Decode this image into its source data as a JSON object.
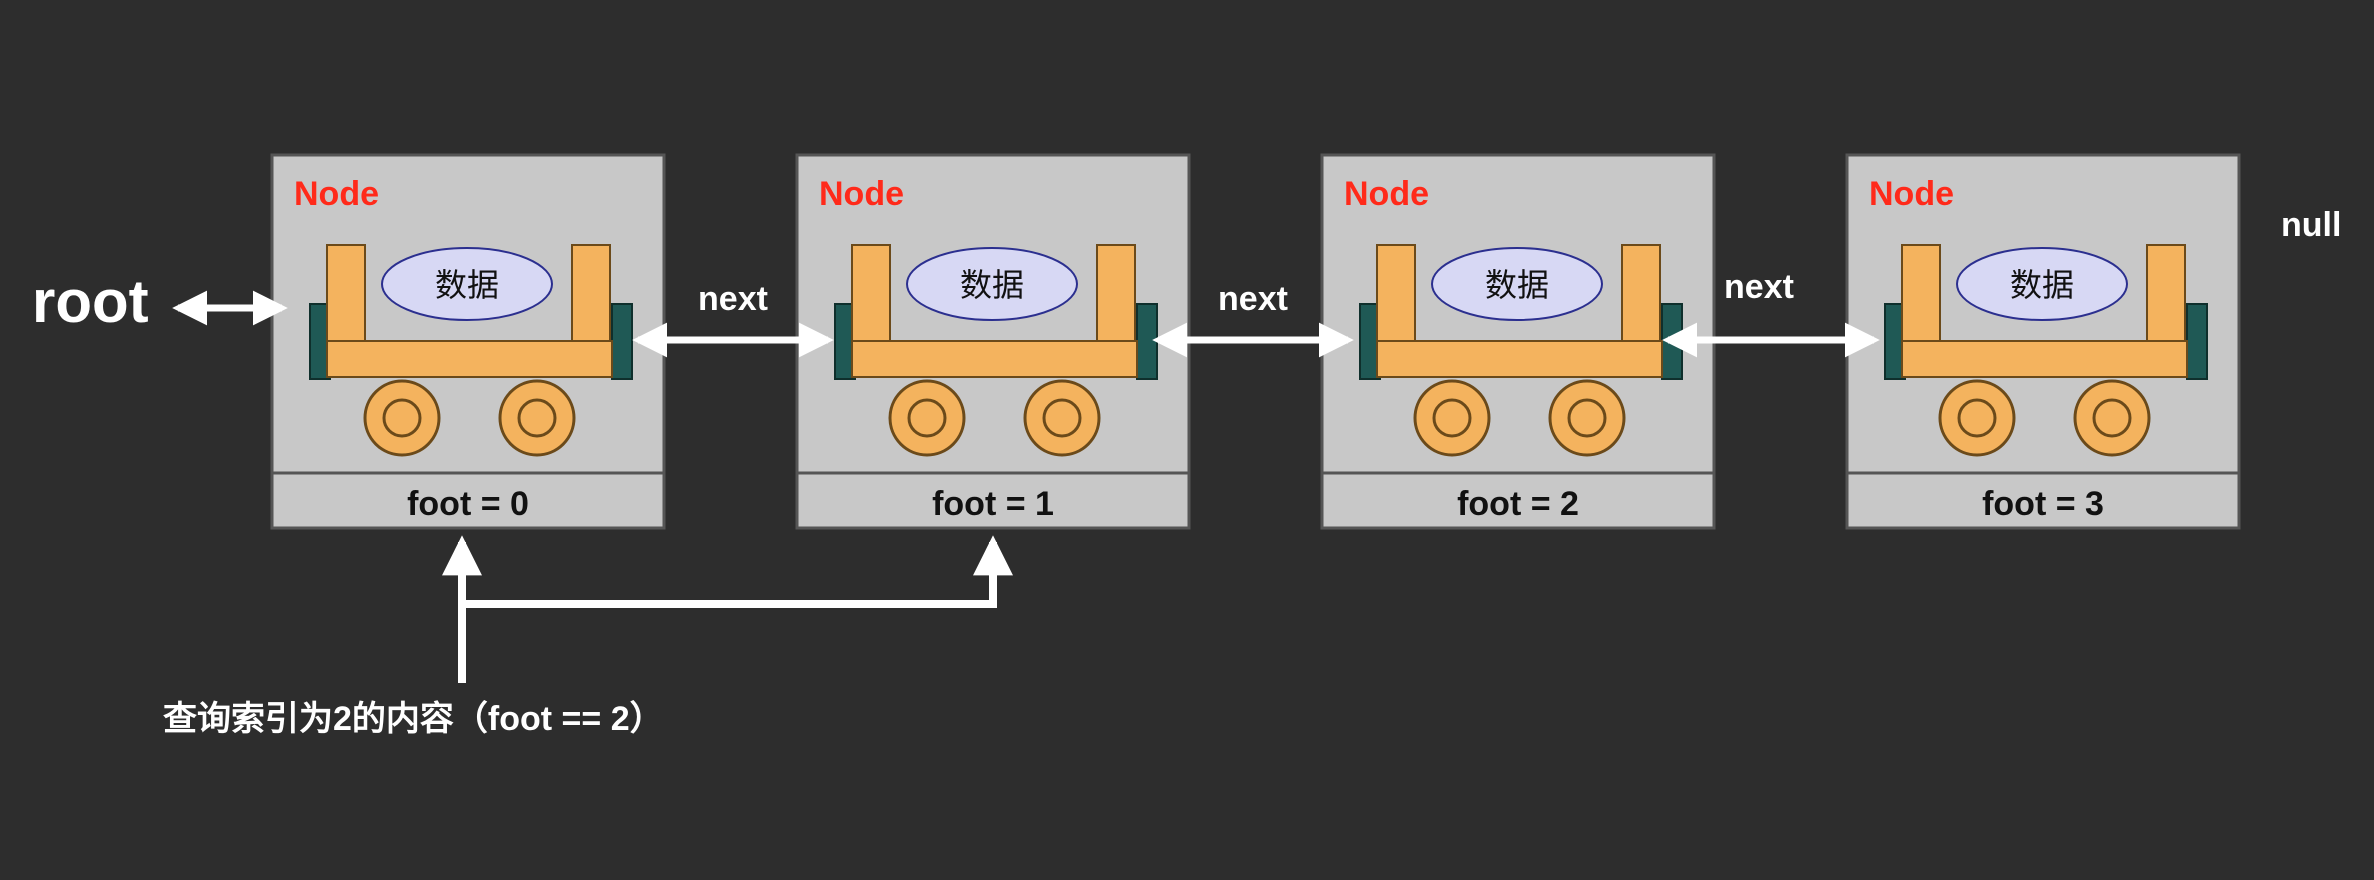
{
  "diagram": {
    "root_label": "root",
    "null_label": "null",
    "next_label": "next",
    "data_label": "数据",
    "query_label": "查询索引为2的内容（foot == 2）",
    "nodes": [
      {
        "title": "Node",
        "foot": "foot = 0"
      },
      {
        "title": "Node",
        "foot": "foot = 1"
      },
      {
        "title": "Node",
        "foot": "foot = 2"
      },
      {
        "title": "Node",
        "foot": "foot = 3"
      }
    ],
    "colors": {
      "background": "#2d2d2d",
      "box_fill": "#c8c8c8",
      "box_stroke": "#555555",
      "title_red": "#ff2a1a",
      "cart_orange": "#f4b35e",
      "cart_stroke": "#6b4a1a",
      "bumper_teal": "#1f5955",
      "oval_fill": "#d7d8f4",
      "oval_stroke": "#2b2f8f",
      "arrow_white": "#ffffff",
      "label_white": "#ffffff"
    }
  }
}
